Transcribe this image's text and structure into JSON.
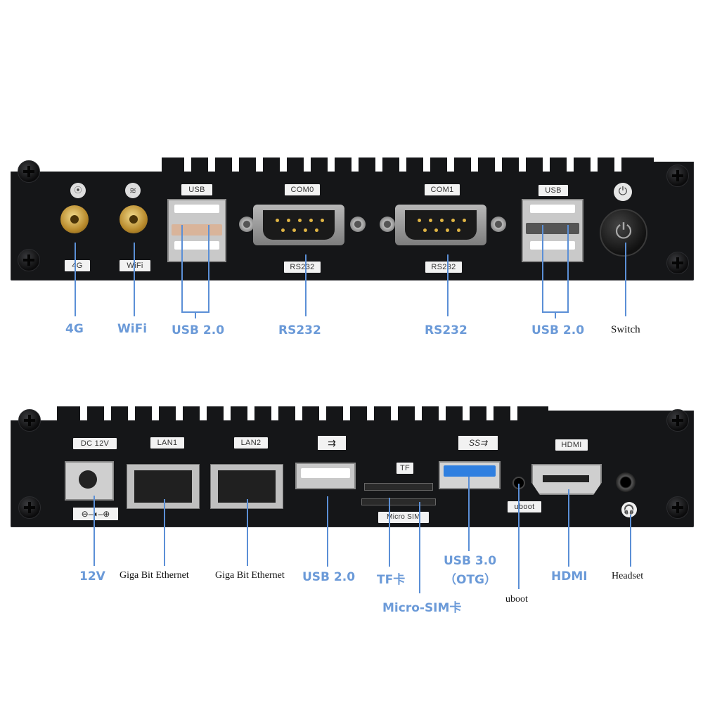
{
  "top_panel": {
    "port_tags": {
      "usb_left": "USB",
      "com0": "COM0",
      "com1": "COM1",
      "usb_right": "USB",
      "rs232_left": "RS232",
      "rs232_right": "RS232",
      "lte": "4G",
      "wifi": "WiFi"
    },
    "callouts": {
      "lte": "4G",
      "wifi": "WiFi",
      "usb_left": "USB 2.0",
      "rs232_left": "RS232",
      "rs232_right": "RS232",
      "usb_right": "USB 2.0",
      "switch": "Switch"
    }
  },
  "bottom_panel": {
    "port_tags": {
      "dc": "DC 12V",
      "lan1": "LAN1",
      "lan2": "LAN2",
      "tf": "TF",
      "microsim": "Micro SIM",
      "uboot": "uboot",
      "hdmi": "HDMI"
    },
    "callouts": {
      "dc": "12V",
      "lan1": "Giga Bit Ethernet",
      "lan2": "Giga Bit Ethernet",
      "usb2": "USB 2.0",
      "tf": "TF卡",
      "microsim": "Micro-SIM卡",
      "usb3_line1": "USB 3.0",
      "usb3_line2": "（OTG）",
      "uboot": "uboot",
      "hdmi": "HDMI",
      "headset": "Headset"
    }
  },
  "colors": {
    "callout_blue": "#6b9ad8",
    "panel": "#151618",
    "usb3_blue": "#2f7fe0",
    "antenna_gold": "#c9a043"
  }
}
